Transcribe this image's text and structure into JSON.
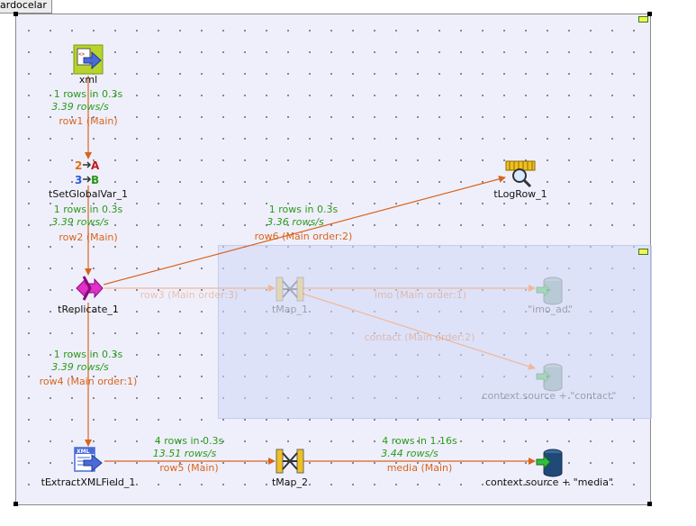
{
  "header": {
    "tab_label": "ardocelar"
  },
  "components": {
    "xml": "xml",
    "tSetGlobalVar_1": "tSetGlobalVar_1",
    "tLogRow_1": "tLogRow_1",
    "tReplicate_1": "tReplicate_1",
    "tMap_1": "tMap_1",
    "imo_ad": "\"imo_ad\"",
    "context_contact": "context.source + \"contact\"",
    "tExtractXMLField_1": "tExtractXMLField_1",
    "tMap_2": "tMap_2",
    "context_media": "context.source + \"media\""
  },
  "links": {
    "row1": {
      "rows": "1 rows in 0.3s",
      "rate": "3.39 rows/s",
      "label": "row1 (Main)"
    },
    "row2": {
      "rows": "1 rows in 0.3s",
      "rate": "3.39 rows/s",
      "label": "row2 (Main)"
    },
    "row6": {
      "rows": "1 rows in 0.3s",
      "rate": "3.36 rows/s",
      "label": "row6 (Main order:2)"
    },
    "row3": {
      "label": "row3 (Main order:3)"
    },
    "imo": {
      "label": "imo (Main order:1)"
    },
    "contact": {
      "label": "contact (Main order:2)"
    },
    "row4": {
      "rows": "1 rows in 0.3s",
      "rate": "3.39 rows/s",
      "label": "row4 (Main order:1)"
    },
    "row5": {
      "rows": "4 rows in 0.3s",
      "rate": "13.51 rows/s",
      "label": "row5 (Main)"
    },
    "media": {
      "rows": "4 rows in 1.16s",
      "rate": "3.44 rows/s",
      "label": "media (Main)"
    }
  },
  "colors": {
    "link": "#d9641c",
    "stats": "#2a9a1a",
    "canvas": "#efeffb",
    "subjob": "#cdd7f8"
  }
}
